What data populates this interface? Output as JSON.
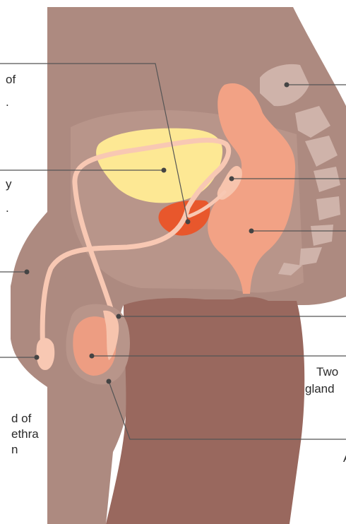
{
  "colors": {
    "body_skin": "#ad8a80",
    "leg_dark": "#99685e",
    "inner_tissue": "#bd9a8f",
    "bladder": "#fde894",
    "prostate": "#e8572c",
    "rectum": "#f2a285",
    "seminal_vesicle": "#f7c4ad",
    "vas_deferens": "#f8c8b3",
    "testis": "#ed9d82",
    "vertebra": "#cfb3aa",
    "leader_line": "#555555"
  },
  "labels": {
    "of": "of",
    "dot": ".",
    "y": "y",
    "dot2": ".",
    "two": "Two",
    "gland": "gland",
    "d_of": "d of",
    "ethra": "ethra",
    "n": "n",
    "a": "A"
  }
}
